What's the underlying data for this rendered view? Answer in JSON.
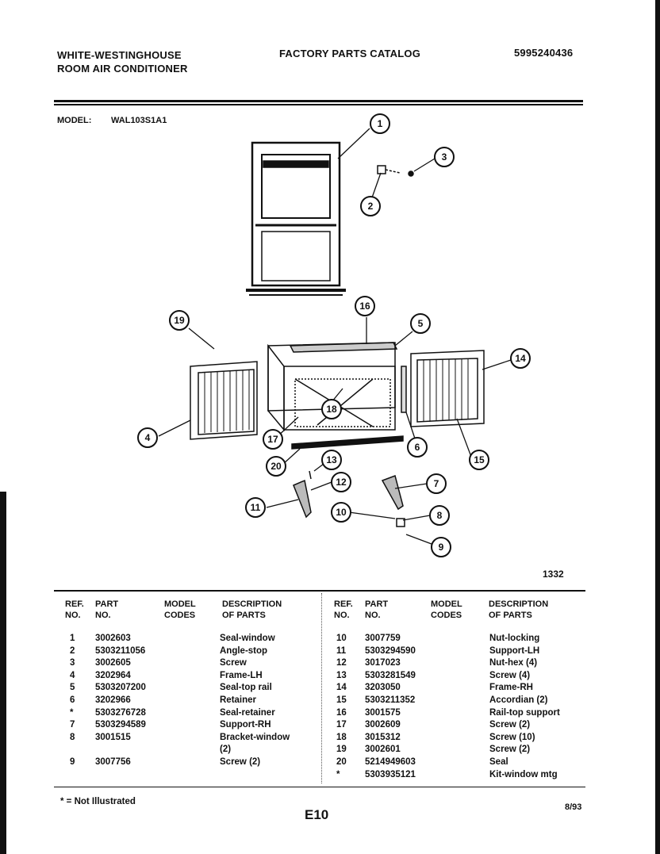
{
  "header": {
    "brand_line1": "WHITE-WESTINGHOUSE",
    "brand_line2": "ROOM AIR CONDITIONER",
    "catalog_title": "FACTORY PARTS CATALOG",
    "catalog_number": "5995240436",
    "model_label": "MODEL:",
    "model_value": "WAL103S1A1"
  },
  "diagram": {
    "callouts": [
      "1",
      "2",
      "3",
      "4",
      "5",
      "6",
      "7",
      "8",
      "9",
      "10",
      "11",
      "12",
      "13",
      "14",
      "15",
      "16",
      "17",
      "18",
      "19",
      "20"
    ],
    "drawing_number": "1332"
  },
  "table": {
    "headers": {
      "ref": "REF.\nNO.",
      "part": "PART\nNO.",
      "model": "MODEL\nCODES",
      "desc": "DESCRIPTION\nOF PARTS"
    },
    "left_rows": [
      {
        "ref": "1",
        "part": "3002603",
        "desc": "Seal-window"
      },
      {
        "ref": "2",
        "part": "5303211056",
        "desc": "Angle-stop"
      },
      {
        "ref": "3",
        "part": "3002605",
        "desc": "Screw"
      },
      {
        "ref": "4",
        "part": "3202964",
        "desc": "Frame-LH"
      },
      {
        "ref": "5",
        "part": "5303207200",
        "desc": "Seal-top rail"
      },
      {
        "ref": "6",
        "part": "3202966",
        "desc": "Retainer"
      },
      {
        "ref": "*",
        "part": "5303276728",
        "desc": "Seal-retainer"
      },
      {
        "ref": "7",
        "part": "5303294589",
        "desc": "Support-RH"
      },
      {
        "ref": "8",
        "part": "3001515",
        "desc": "Bracket-window"
      },
      {
        "ref": "",
        "part": "",
        "desc": "(2)"
      },
      {
        "ref": "9",
        "part": "3007756",
        "desc": "Screw (2)"
      }
    ],
    "right_rows": [
      {
        "ref": "10",
        "part": "3007759",
        "desc": "Nut-locking"
      },
      {
        "ref": "11",
        "part": "5303294590",
        "desc": "Support-LH"
      },
      {
        "ref": "12",
        "part": "3017023",
        "desc": "Nut-hex (4)"
      },
      {
        "ref": "13",
        "part": "5303281549",
        "desc": "Screw (4)"
      },
      {
        "ref": "14",
        "part": "3203050",
        "desc": "Frame-RH"
      },
      {
        "ref": "15",
        "part": "5303211352",
        "desc": "Accordian (2)"
      },
      {
        "ref": "16",
        "part": "3001575",
        "desc": "Rail-top support"
      },
      {
        "ref": "17",
        "part": "3002609",
        "desc": "Screw (2)"
      },
      {
        "ref": "18",
        "part": "3015312",
        "desc": "Screw (10)"
      },
      {
        "ref": "19",
        "part": "3002601",
        "desc": "Screw (2)"
      },
      {
        "ref": "20",
        "part": "5214949603",
        "desc": "Seal"
      },
      {
        "ref": "*",
        "part": "5303935121",
        "desc": "Kit-window mtg"
      }
    ]
  },
  "footer": {
    "note": "* = Not Illustrated",
    "page_code": "E10",
    "date": "8/93"
  }
}
